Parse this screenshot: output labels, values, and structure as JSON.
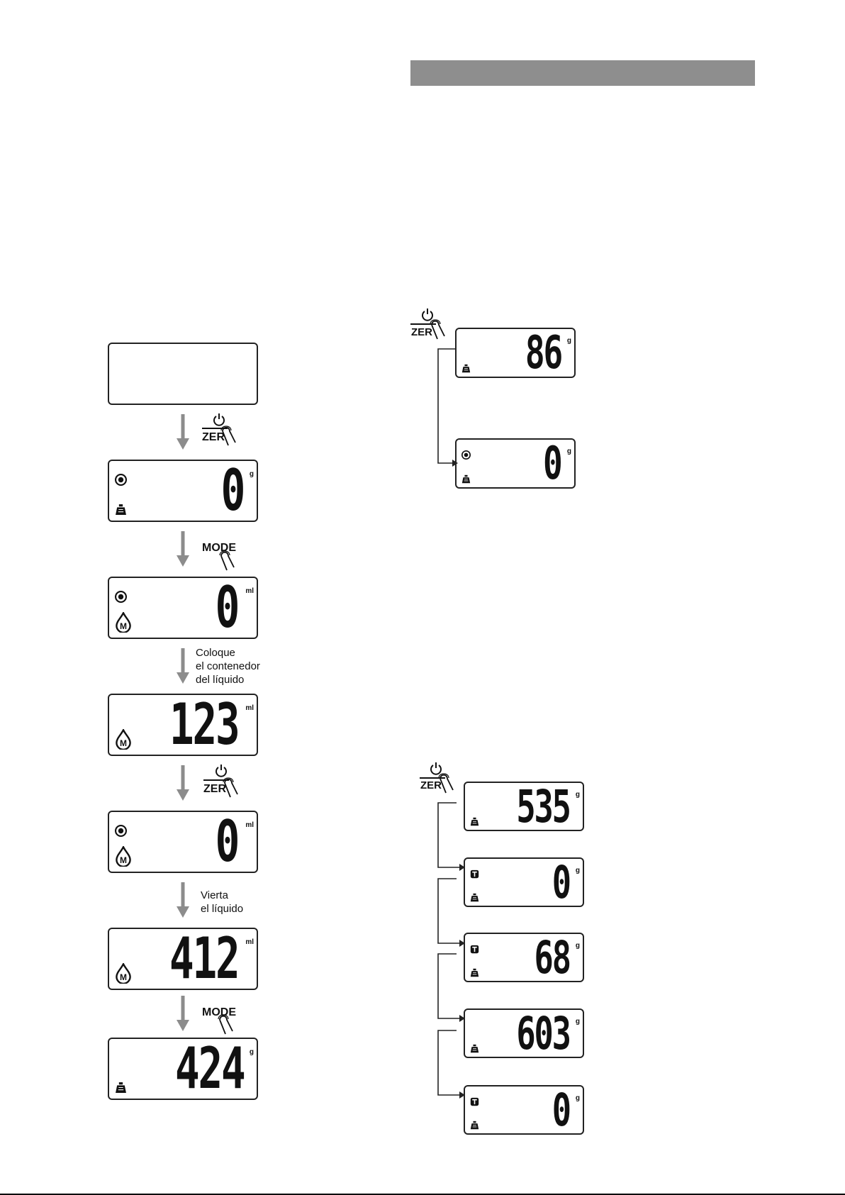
{
  "header": {
    "bar_color": "#8e8e8e"
  },
  "buttons": {
    "zero": "ZER",
    "mode": "MODE"
  },
  "left_flow": {
    "displays": [
      {
        "value": "",
        "unit": "",
        "icons": []
      },
      {
        "value": "0",
        "unit": "g",
        "icons": [
          "stable-icon",
          "weight-icon"
        ]
      },
      {
        "value": "0",
        "unit": "ml",
        "icons": [
          "stable-icon",
          "milk-drop-icon"
        ]
      },
      {
        "value": "123",
        "unit": "ml",
        "icons": [
          "milk-drop-icon"
        ]
      },
      {
        "value": "0",
        "unit": "ml",
        "icons": [
          "stable-icon",
          "milk-drop-icon"
        ]
      },
      {
        "value": "412",
        "unit": "ml",
        "icons": [
          "milk-drop-icon"
        ]
      },
      {
        "value": "424",
        "unit": "g",
        "icons": [
          "weight-icon"
        ]
      }
    ],
    "steps": [
      {
        "type": "zero"
      },
      {
        "type": "mode"
      },
      {
        "type": "caption",
        "text": [
          "Coloque",
          "el contenedor",
          "del líquido"
        ]
      },
      {
        "type": "zero"
      },
      {
        "type": "caption",
        "text": [
          "Vierta",
          "el líquido"
        ]
      },
      {
        "type": "mode"
      }
    ]
  },
  "right_top": {
    "displays": [
      {
        "value": "86",
        "unit": "g",
        "icons": [
          "weight-icon"
        ]
      },
      {
        "value": "0",
        "unit": "g",
        "icons": [
          "stable-icon",
          "weight-icon"
        ]
      }
    ]
  },
  "right_bottom": {
    "displays": [
      {
        "value": "535",
        "unit": "g",
        "icons": [
          "weight-icon"
        ]
      },
      {
        "value": "0",
        "unit": "g",
        "icons": [
          "tare-icon",
          "weight-icon"
        ]
      },
      {
        "value": "68",
        "unit": "g",
        "icons": [
          "tare-icon",
          "weight-icon"
        ]
      },
      {
        "value": "603",
        "unit": "g",
        "icons": [
          "weight-icon"
        ]
      },
      {
        "value": "0",
        "unit": "g",
        "icons": [
          "tare-icon",
          "weight-icon"
        ]
      }
    ]
  }
}
